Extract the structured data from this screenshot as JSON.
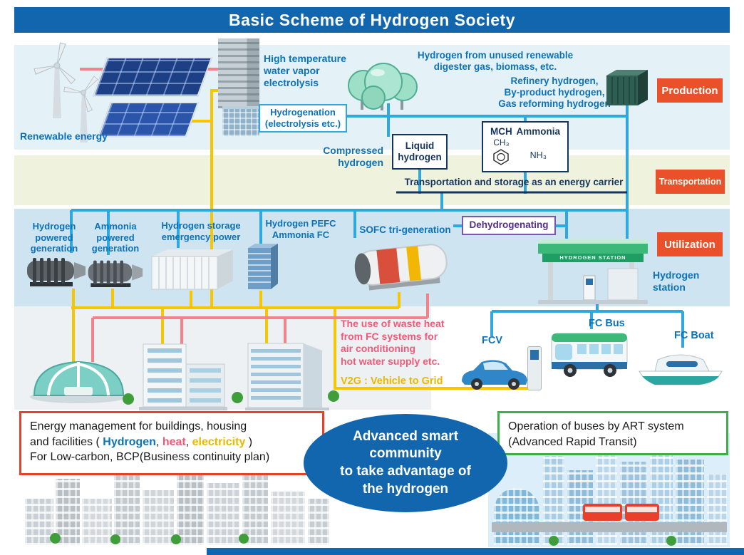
{
  "title": "Basic Scheme of Hydrogen Society",
  "stages": {
    "production": "Production",
    "transportation": "Transportation",
    "utilization": "Utilization"
  },
  "production": {
    "renewable_energy": "Renewable energy",
    "high_temp_electrolysis": "High temperature\nwater vapor\nelectrolysis",
    "hydrogenation": "Hydrogenation\n(electrolysis etc.)",
    "digester": "Hydrogen from unused renewable\ndigester gas, biomass, etc.",
    "refinery": "Refinery hydrogen,\nBy-product hydrogen,\nGas reforming hydrogen"
  },
  "transportation": {
    "compressed_hydrogen": "Compressed\nhydrogen",
    "liquid_hydrogen": "Liquid\nhydrogen",
    "mch_label": "MCH",
    "ammonia_label": "Ammonia",
    "ch3": "CH₃",
    "nh3": "NH₃",
    "carrier_caption": "Transportation and storage as an energy carrier"
  },
  "utilization": {
    "hydrogen_generation": "Hydrogen\npowered\ngeneration",
    "ammonia_generation": "Ammonia\npowered\ngeneration",
    "storage_emergency": "Hydrogen storage\nemergency power",
    "pefc": "Hydrogen PEFC\nAmmonia FC",
    "sofc": "SOFC tri-generation",
    "dehydrogenating": "Dehydrogenating",
    "station_sign": "HYDROGEN STATION",
    "station_label": "Hydrogen\nstation"
  },
  "mobility": {
    "fcv": "FCV",
    "fc_bus": "FC Bus",
    "fc_boat": "FC Boat"
  },
  "community": {
    "waste_heat": "The use of waste heat\nfrom FC systems for\nair conditioning\nhot water supply etc.",
    "v2g": "V2G : Vehicle to Grid",
    "energy_mgmt": {
      "line1": "Energy management for buildings, housing",
      "line2_prefix": "and facilities ( ",
      "hydrogen": "Hydrogen",
      "sep1": ", ",
      "heat": "heat",
      "sep2": ", ",
      "electricity": "electricity",
      "line2_suffix": " )",
      "line3": "For Low-carbon, BCP(Business continuity plan)"
    },
    "smart_community": "Advanced smart\ncommunity\nto take advantage of\nthe hydrogen",
    "art_system": "Operation of buses by ART system\n(Advanced Rapid Transit)"
  },
  "colors": {
    "title_bar": "#1266ae",
    "stage_label": "#ea5029",
    "text_blue": "#0d72b9",
    "line_hydrogen": "#2fa8e0",
    "line_electricity": "#f6c700",
    "line_heat": "#f3828a",
    "carrier_line": "#16355e"
  }
}
